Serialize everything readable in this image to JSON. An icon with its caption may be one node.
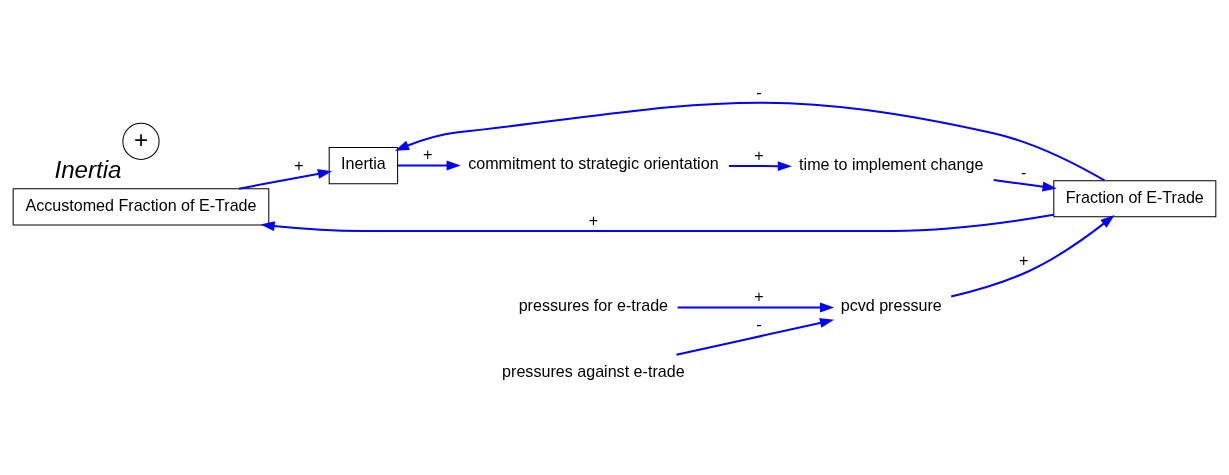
{
  "diagram": {
    "nodes": [
      {
        "text": [
          "Accustomed Fraction of E-Trade"
        ]
      },
      {
        "text": [
          "Fraction of E-Trade"
        ]
      },
      {
        "text": [
          "Inertia"
        ]
      },
      {
        "text": [
          "time to implement change"
        ]
      },
      {
        "text": [
          "pcvd pressure"
        ]
      },
      {
        "text": [
          "commitment to strategic orientation"
        ]
      },
      {
        "text": [
          "pressures for e-trade"
        ]
      },
      {
        "text": [
          "pressures against e-trade"
        ]
      },
      {
        "text": [
          "+"
        ],
        "beside": [
          "Inertia"
        ]
      }
    ],
    "edges": [
      {
        "from": 1,
        "to": 0,
        "arrow": "to",
        "label": "+"
      },
      {
        "from": 0,
        "to": 2,
        "arrow": "to",
        "label": "+"
      },
      {
        "from": 1,
        "to": 2,
        "arrow": "to",
        "label": "-"
      },
      {
        "from": 2,
        "to": 5,
        "arrow": "to",
        "label": "+"
      },
      {
        "from": 5,
        "to": 3,
        "arrow": "to",
        "label": "+"
      },
      {
        "from": 3,
        "to": 1,
        "arrow": "to",
        "label": "-"
      },
      {
        "from": 4,
        "to": 1,
        "arrow": "to",
        "label": "+"
      },
      {
        "from": 6,
        "to": 4,
        "arrow": "to",
        "label": "+"
      },
      {
        "from": 7,
        "to": 4,
        "arrow": "to",
        "label": "-"
      }
    ]
  }
}
